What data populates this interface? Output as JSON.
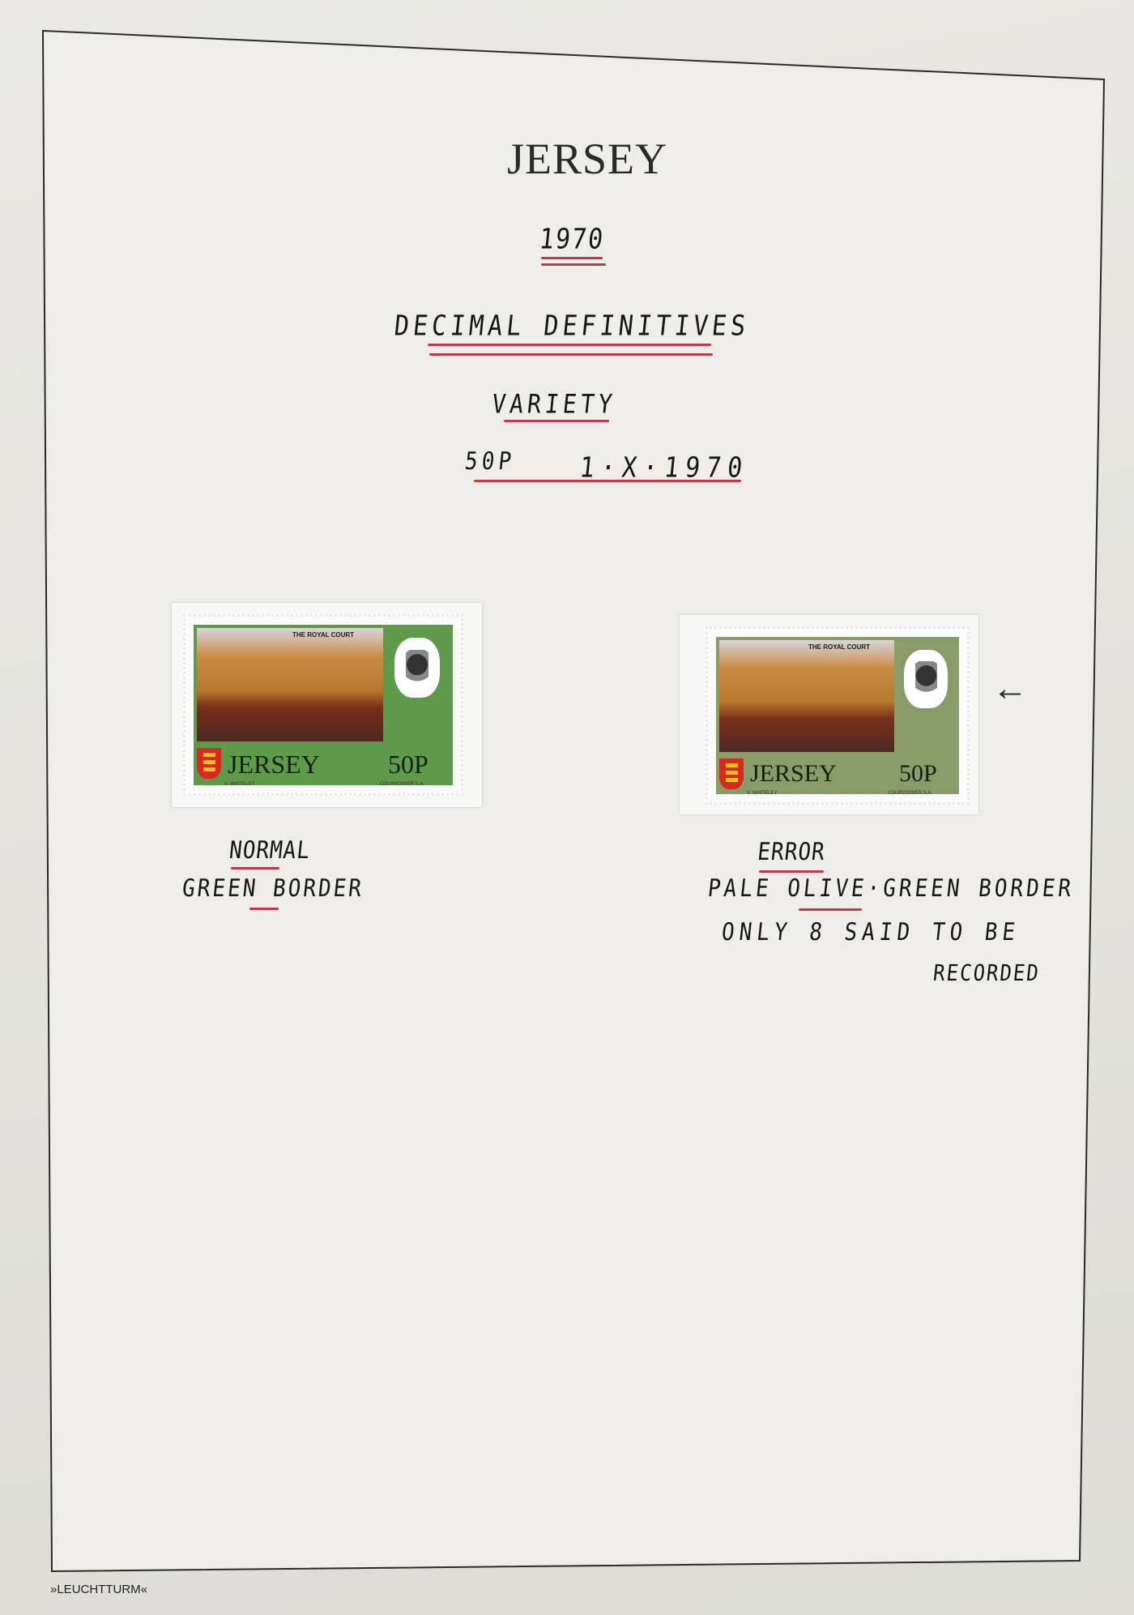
{
  "page": {
    "title": "JERSEY",
    "year": "1970",
    "heading": "DECIMAL DEFINITIVES",
    "subheading": "VARIETY",
    "value": "50P",
    "date": "1·X·1970",
    "footer_brand": "»LEUCHTTURM«"
  },
  "stamps": [
    {
      "caption": "THE ROYAL COURT",
      "country": "JERSEY",
      "denomination": "50P",
      "designer": "V. WHITELEY",
      "printer": "COURVOISIER S.A.",
      "border_color": "#5f9a4a",
      "note_title": "NORMAL",
      "note_lines": [
        "GREEN BORDER"
      ]
    },
    {
      "caption": "THE ROYAL COURT",
      "country": "JERSEY",
      "denomination": "50P",
      "designer": "V. WHITELEY",
      "printer": "COURVOISIER S.A.",
      "border_color": "#8a9b6a",
      "note_title": "ERROR",
      "note_lines": [
        "PALE OLIVE·GREEN BORDER",
        "ONLY 8 SAID TO BE",
        "RECORDED"
      ]
    }
  ],
  "arrow": "←",
  "colors": {
    "ink": "#161616",
    "red_underline": "#b8243d",
    "page_border": "#2a2a2a"
  }
}
